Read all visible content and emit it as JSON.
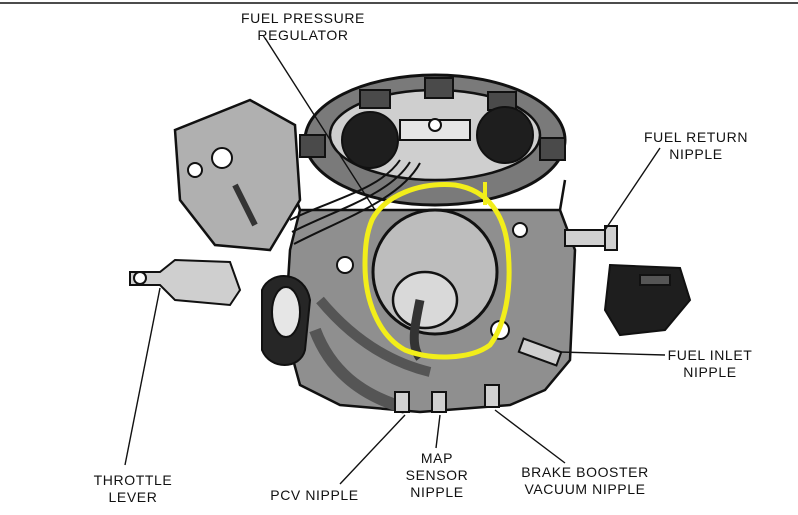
{
  "labels": {
    "fuel_pressure_regulator": [
      "FUEL PRESSURE",
      "REGULATOR"
    ],
    "fuel_return_nipple": [
      "FUEL RETURN",
      "NIPPLE"
    ],
    "fuel_inlet_nipple": [
      "FUEL INLET",
      "NIPPLE"
    ],
    "throttle_lever": [
      "THROTTLE",
      "LEVER"
    ],
    "pcv_nipple": [
      "PCV NIPPLE"
    ],
    "map_sensor_nipple": [
      "MAP",
      "SENSOR",
      "NIPPLE"
    ],
    "brake_booster_vacuum_nipple": [
      "BRAKE BOOSTER",
      "VACUUM NIPPLE"
    ]
  },
  "colors": {
    "line_art": "#111111",
    "highlight_circle": "#f2ee1a",
    "background": "#ffffff"
  }
}
